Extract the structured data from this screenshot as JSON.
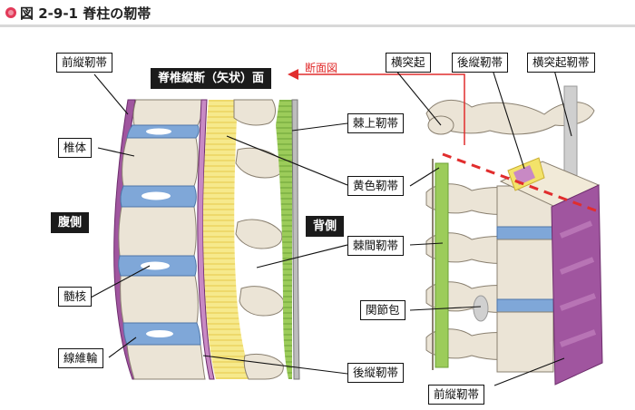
{
  "figure": {
    "title": "図 2-9-1  脊柱の靭帯",
    "accent_color": "#e23a59"
  },
  "section_title": "脊椎縦断（矢状）面",
  "section_note": "断面図",
  "side_labels": {
    "ventral": "腹側",
    "dorsal": "背側"
  },
  "labels": {
    "anterior_longitudinal_left": "前縦靭帯",
    "vertebral_body": "椎体",
    "nucleus_pulposus": "髄核",
    "annulus_fibrosus": "線維輪",
    "supraspinous": "棘上靭帯",
    "ligamentum_flavum": "黄色靭帯",
    "interspinous": "棘間靭帯",
    "posterior_longitudinal_bottom": "後縦靭帯",
    "transverse_process": "横突起",
    "posterior_longitudinal_top": "後縦靭帯",
    "intertransverse": "横突起靭帯",
    "joint_capsule": "関節包",
    "anterior_longitudinal_right": "前縦靭帯"
  },
  "colors": {
    "bone": "#ebe4d6",
    "bone_dark": "#c8bda8",
    "disc": "#7fa7d8",
    "disc_light": "#cfe0f3",
    "ligament_purple": "#a0559f",
    "ligament_pink": "#c889c4",
    "flavum": "#f3e36a",
    "interspinous": "#8cbf4a",
    "cut_line": "#e12d2d"
  }
}
